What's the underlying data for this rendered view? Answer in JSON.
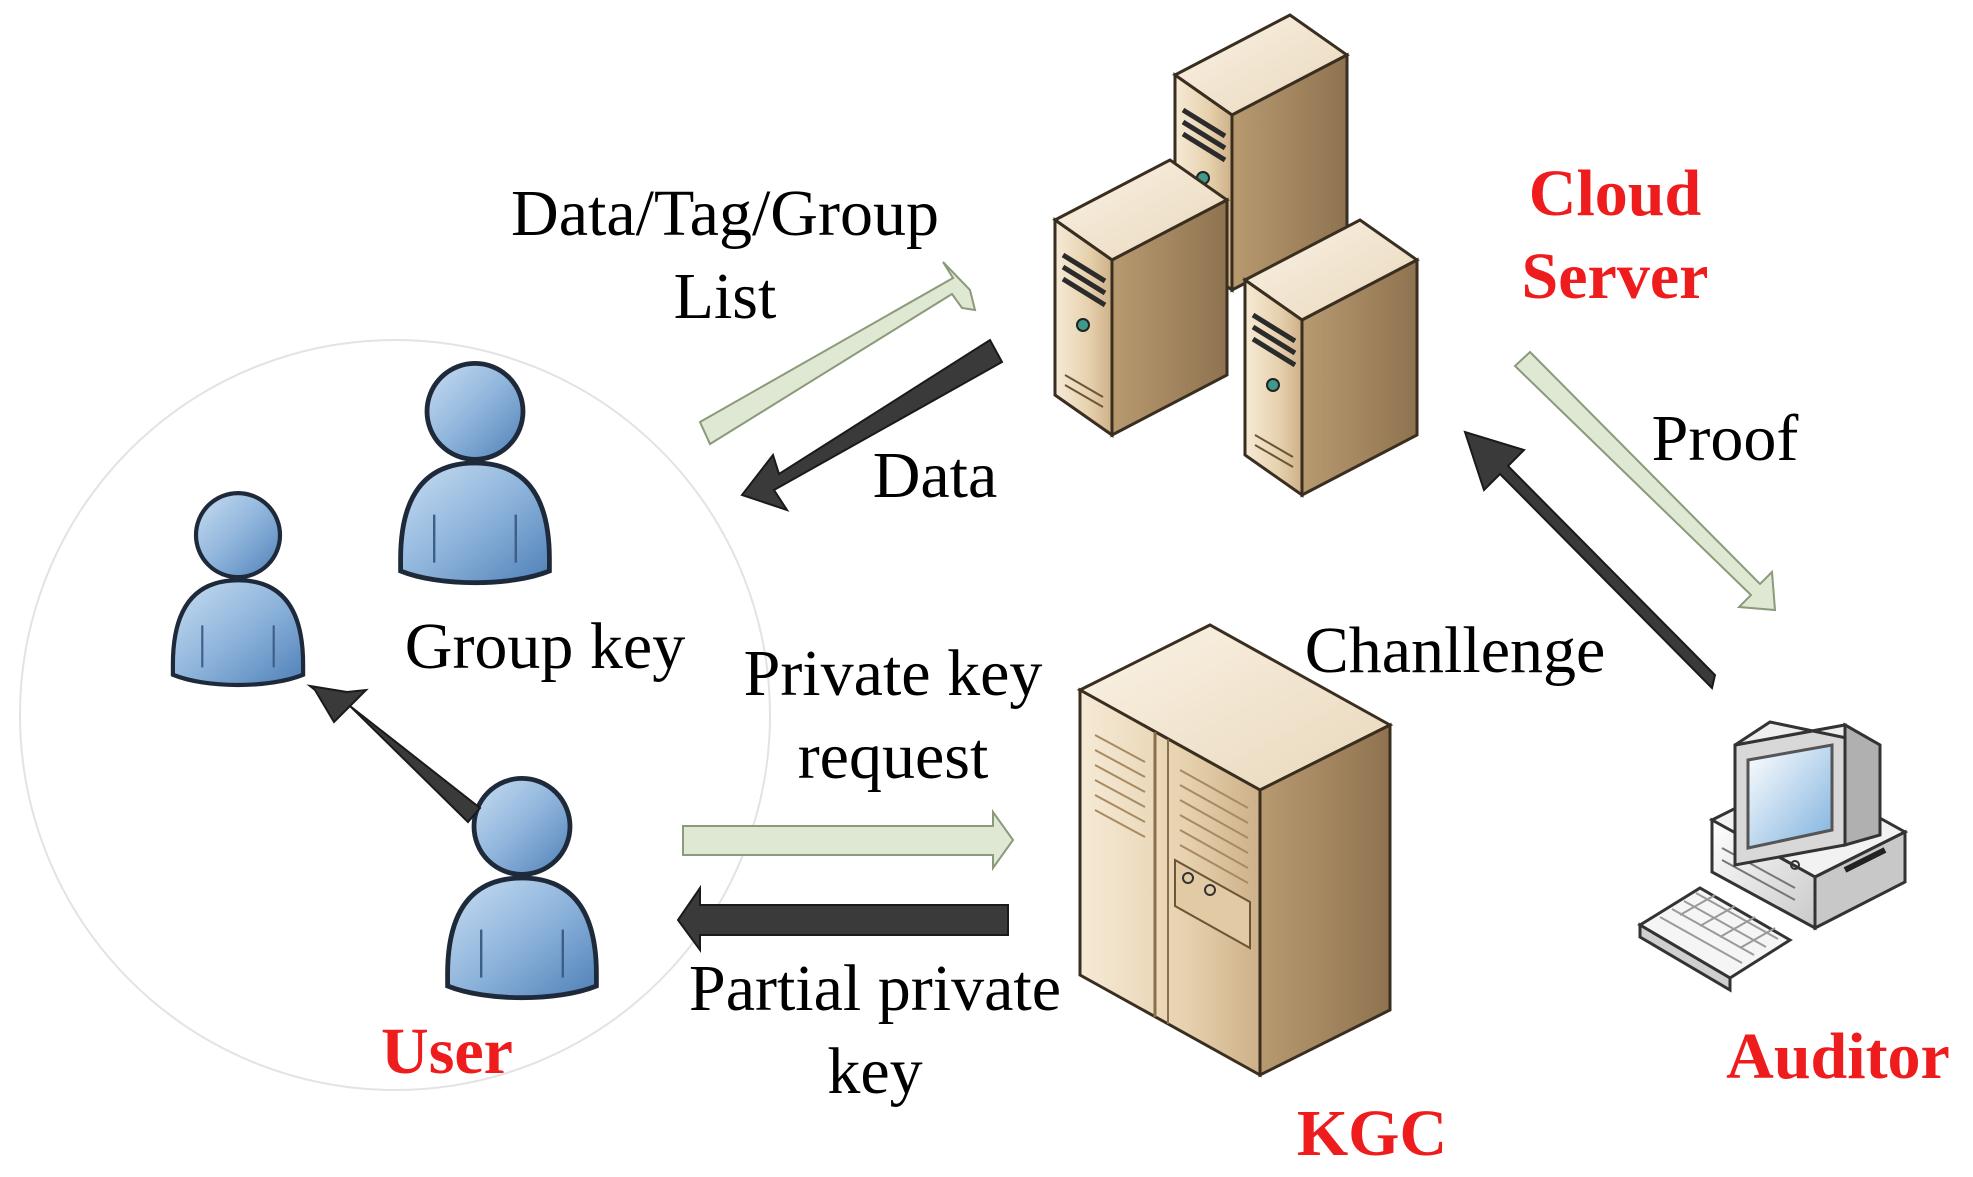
{
  "colors": {
    "role_label": "#ee1c1c",
    "arrow_dark": "#3a3a3a",
    "arrow_light": "#dfe8d3",
    "arrow_light_stroke": "#8a9a7a",
    "user_fill": "#8fb5dc",
    "server_fill": "#e7d4b4",
    "group_circle": "#e3e3e3"
  },
  "icons": {
    "cloud_server": "server-cluster-icon",
    "kgc": "server-tower-icon",
    "auditor": "desktop-computer-icon",
    "user": "person-icon"
  },
  "labels": {
    "cloud_server": "Cloud",
    "cloud_server_line2": "Server",
    "kgc": "KGC",
    "auditor": "Auditor",
    "user": "User",
    "data_tag_group": "Data/Tag/Group",
    "data_tag_group_line2": "List",
    "data": "Data",
    "proof": "Proof",
    "challenge": "Chanllenge",
    "group_key": "Group key",
    "private_key_request": "Private key",
    "private_key_request_line2": "request",
    "partial_private_key": "Partial private",
    "partial_private_key_line2": "key"
  }
}
